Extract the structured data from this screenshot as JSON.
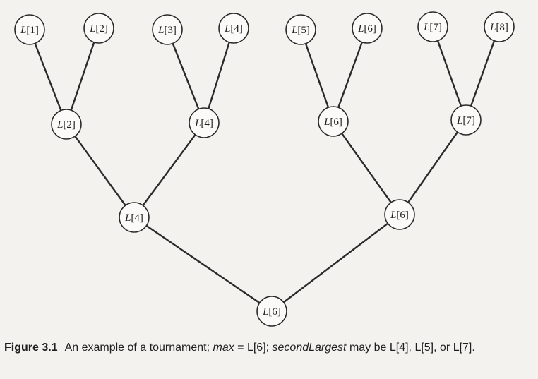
{
  "diagram": {
    "nodes": [
      {
        "id": "n1",
        "letter": "L",
        "index": "[1]"
      },
      {
        "id": "n2",
        "letter": "L",
        "index": "[2]"
      },
      {
        "id": "n3",
        "letter": "L",
        "index": "[3]"
      },
      {
        "id": "n4",
        "letter": "L",
        "index": "[4]"
      },
      {
        "id": "n5",
        "letter": "L",
        "index": "[5]"
      },
      {
        "id": "n6",
        "letter": "L",
        "index": "[6]"
      },
      {
        "id": "n7",
        "letter": "L",
        "index": "[7]"
      },
      {
        "id": "n8",
        "letter": "L",
        "index": "[8]"
      },
      {
        "id": "m1",
        "letter": "L",
        "index": "[2]"
      },
      {
        "id": "m2",
        "letter": "L",
        "index": "[4]"
      },
      {
        "id": "m3",
        "letter": "L",
        "index": "[6]"
      },
      {
        "id": "m4",
        "letter": "L",
        "index": "[7]"
      },
      {
        "id": "s1",
        "letter": "L",
        "index": "[4]"
      },
      {
        "id": "s2",
        "letter": "L",
        "index": "[6]"
      },
      {
        "id": "root",
        "letter": "L",
        "index": "[6]"
      }
    ],
    "edges": [
      [
        "n1",
        "m1"
      ],
      [
        "n2",
        "m1"
      ],
      [
        "n3",
        "m2"
      ],
      [
        "n4",
        "m2"
      ],
      [
        "n5",
        "m3"
      ],
      [
        "n6",
        "m3"
      ],
      [
        "n7",
        "m4"
      ],
      [
        "n8",
        "m4"
      ],
      [
        "m1",
        "s1"
      ],
      [
        "m2",
        "s1"
      ],
      [
        "m3",
        "s2"
      ],
      [
        "m4",
        "s2"
      ],
      [
        "s1",
        "root"
      ],
      [
        "s2",
        "root"
      ]
    ]
  },
  "caption": {
    "figure_number": "Figure 3.1",
    "text_1": "An example of a tournament; ",
    "italic_max": "max",
    "text_2": " = L[6]; ",
    "italic_second": "secondLargest",
    "text_3": " may be L[4], L[5], or L[7]."
  }
}
